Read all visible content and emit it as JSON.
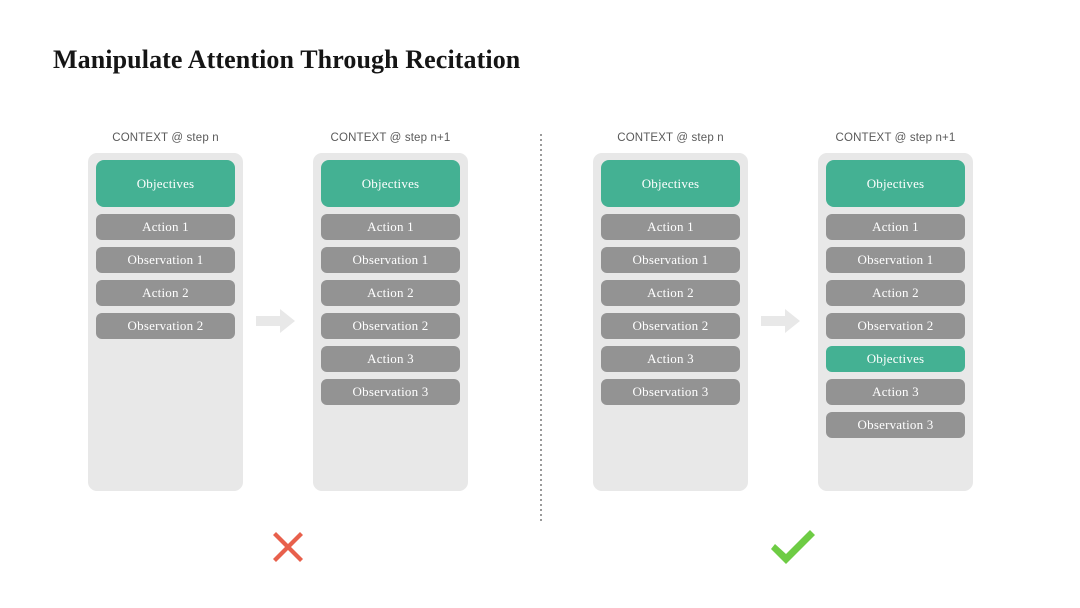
{
  "slide": {
    "title": "Manipulate Attention Through Recitation",
    "background_color": "#ffffff"
  },
  "colors": {
    "objective_green": "#44b193",
    "step_gray": "#939393",
    "context_window_bg": "#e8e8e8",
    "cross_red": "#e8604c",
    "check_green": "#6ecc44",
    "divider_gray": "#9a9a9a",
    "arrow_gray": "#e8e8e8",
    "header_text": "#5a5a5a",
    "title_text": "#151515"
  },
  "panels": [
    {
      "id": "without-recitation",
      "verdict": "cross",
      "verdict_icon": "cross-icon",
      "arrow_icon": "arrow-right-icon",
      "columns": [
        {
          "header": "CONTEXT @ step n",
          "blocks": [
            {
              "label": "Objectives",
              "kind": "green",
              "size": "tall"
            },
            {
              "label": "Action 1",
              "kind": "gray",
              "size": "normal"
            },
            {
              "label": "Observation 1",
              "kind": "gray",
              "size": "normal"
            },
            {
              "label": "Action 2",
              "kind": "gray",
              "size": "normal"
            },
            {
              "label": "Observation 2",
              "kind": "gray",
              "size": "normal"
            }
          ]
        },
        {
          "header": "CONTEXT @ step n+1",
          "blocks": [
            {
              "label": "Objectives",
              "kind": "green",
              "size": "tall"
            },
            {
              "label": "Action 1",
              "kind": "gray",
              "size": "normal"
            },
            {
              "label": "Observation 1",
              "kind": "gray",
              "size": "normal"
            },
            {
              "label": "Action 2",
              "kind": "gray",
              "size": "normal"
            },
            {
              "label": "Observation 2",
              "kind": "gray",
              "size": "normal"
            },
            {
              "label": "Action 3",
              "kind": "gray",
              "size": "normal"
            },
            {
              "label": "Observation 3",
              "kind": "gray",
              "size": "normal"
            }
          ]
        }
      ]
    },
    {
      "id": "with-recitation",
      "verdict": "check",
      "verdict_icon": "check-icon",
      "arrow_icon": "arrow-right-icon",
      "columns": [
        {
          "header": "CONTEXT @ step n",
          "blocks": [
            {
              "label": "Objectives",
              "kind": "green",
              "size": "tall"
            },
            {
              "label": "Action 1",
              "kind": "gray",
              "size": "normal"
            },
            {
              "label": "Observation 1",
              "kind": "gray",
              "size": "normal"
            },
            {
              "label": "Action 2",
              "kind": "gray",
              "size": "normal"
            },
            {
              "label": "Observation 2",
              "kind": "gray",
              "size": "normal"
            },
            {
              "label": "Action 3",
              "kind": "gray",
              "size": "normal"
            },
            {
              "label": "Observation 3",
              "kind": "gray",
              "size": "normal"
            }
          ]
        },
        {
          "header": "CONTEXT @ step n+1",
          "blocks": [
            {
              "label": "Objectives",
              "kind": "green",
              "size": "tall"
            },
            {
              "label": "Action 1",
              "kind": "gray",
              "size": "normal"
            },
            {
              "label": "Observation 1",
              "kind": "gray",
              "size": "normal"
            },
            {
              "label": "Action 2",
              "kind": "gray",
              "size": "normal"
            },
            {
              "label": "Observation 2",
              "kind": "gray",
              "size": "normal"
            },
            {
              "label": "Objectives",
              "kind": "green",
              "size": "normal"
            },
            {
              "label": "Action 3",
              "kind": "gray",
              "size": "normal"
            },
            {
              "label": "Observation 3",
              "kind": "gray",
              "size": "normal"
            }
          ]
        }
      ]
    }
  ]
}
